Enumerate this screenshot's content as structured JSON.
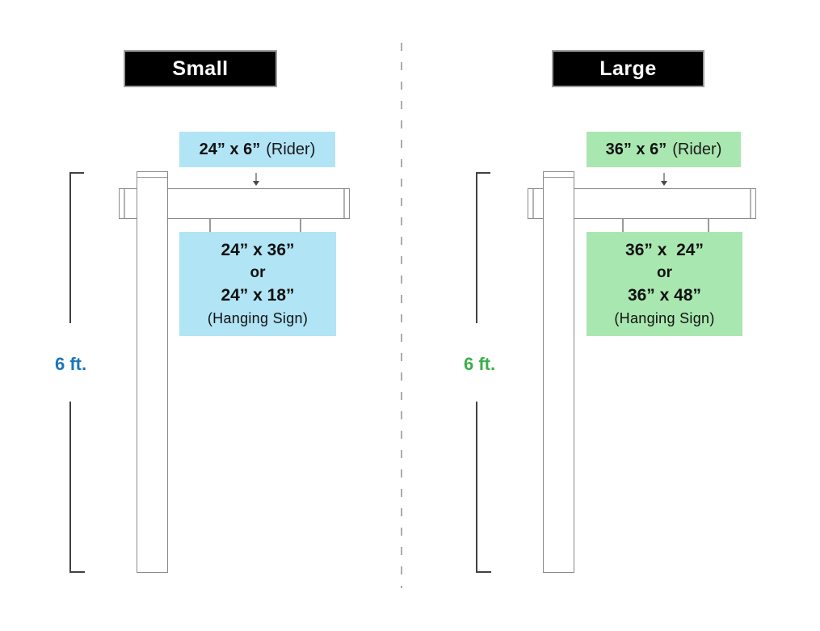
{
  "divider": {
    "style": "dashed-vertical"
  },
  "panels": [
    {
      "id": "small",
      "title": "Small",
      "fill_color": "#b1e4f5",
      "accent_color": "#1c75bb",
      "rider": {
        "dimensions": "24” x 6”",
        "label": "(Rider)"
      },
      "hanging_sign": {
        "option_a": "24” x 36”",
        "conjunction": "or",
        "option_b": "24” x 18”",
        "caption": "(Hanging Sign)"
      },
      "height_label": "6 ft."
    },
    {
      "id": "large",
      "title": "Large",
      "fill_color": "#a9e7b0",
      "accent_color": "#3bae4b",
      "rider": {
        "dimensions": "36” x 6”",
        "label": "(Rider)"
      },
      "hanging_sign": {
        "option_a": "36” x  24”",
        "conjunction": "or",
        "option_b": "36” x 48”",
        "caption": "(Hanging Sign)"
      },
      "height_label": "6 ft."
    }
  ]
}
